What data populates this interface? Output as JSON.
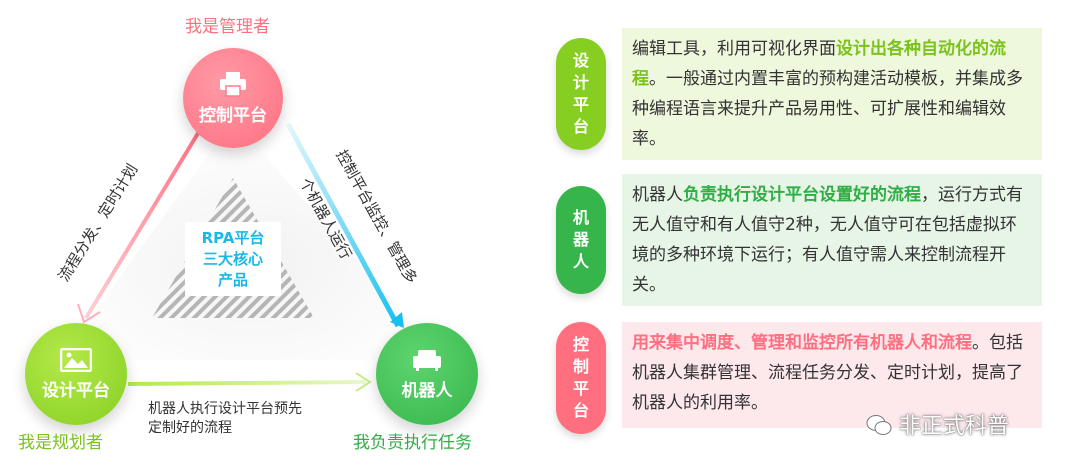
{
  "diagram": {
    "nodes": {
      "top": {
        "label": "控制平台",
        "role": "我是管理者",
        "icon": "printer-icon"
      },
      "left": {
        "label": "设计平台",
        "role": "我是规划者",
        "icon": "image-icon"
      },
      "right": {
        "label": "机器人",
        "role": "我负责执行任务",
        "icon": "armchair-icon"
      }
    },
    "edges": {
      "left_edge": "流程分发、定时计划",
      "right_edge_1": "控制平台监控、管理多",
      "right_edge_2": "个机器人运行",
      "bottom_1": "机器人执行设计平台预先",
      "bottom_2": "定制好的流程"
    },
    "center": [
      "RPA平台",
      "三大核心",
      "产品"
    ],
    "colors": {
      "pink": "#ff6f80",
      "lime": "#86cf22",
      "green": "#35b54a",
      "cyan": "#1ab8e8"
    }
  },
  "descriptions": [
    {
      "tag": [
        "设",
        "计",
        "平",
        "台"
      ],
      "highlight": "设计出各种自动化的流程",
      "before": "编辑工具，利用可视化界面",
      "after": "。一般通过内置丰富的预构建活动模板，并集成多种编程语言来提升产品易用性、可扩展性和编辑效率。",
      "tag_color": "#86cf22",
      "panel_color": "#eef8dd",
      "hl_color": "#7cc21c"
    },
    {
      "tag": [
        "机",
        "器",
        "人"
      ],
      "highlight": "负责执行设计平台设置好的流程",
      "before": "机器人",
      "after": "，运行方式有无人值守和有人值守2种，无人值守可在包括虚拟环境的多种环境下运行；有人值守需人来控制流程开关。",
      "tag_color": "#35b54a",
      "panel_color": "#e6f5e6",
      "hl_color": "#2fae46"
    },
    {
      "tag": [
        "控",
        "制",
        "平",
        "台"
      ],
      "highlight": "用来集中调度、管理和监控所有机器人和流程",
      "before": "",
      "after": "。包括机器人集群管理、流程任务分发、定时计划，提高了机器人的利用率。",
      "tag_color": "#ff6f80",
      "panel_color": "#fde8ec",
      "hl_color": "#ff6f80"
    }
  ],
  "watermark": "非正式科普"
}
